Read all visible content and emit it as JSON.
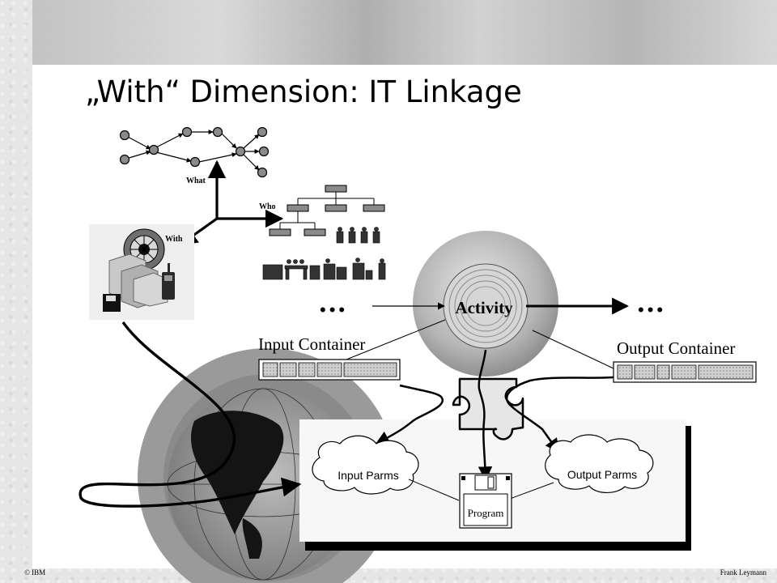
{
  "slide": {
    "title": "„With“ Dimension: IT Linkage",
    "footer_left": "© IBM",
    "footer_right": "Frank Leymann"
  },
  "axes": {
    "what": "What",
    "who": "Who",
    "with": "With"
  },
  "diagram": {
    "activity": "Activity",
    "input_container": "Input Container",
    "output_container": "Output Container",
    "input_parms": "Input Parms",
    "output_parms": "Output Parms",
    "program": "Program",
    "ellipsis": "•••"
  }
}
